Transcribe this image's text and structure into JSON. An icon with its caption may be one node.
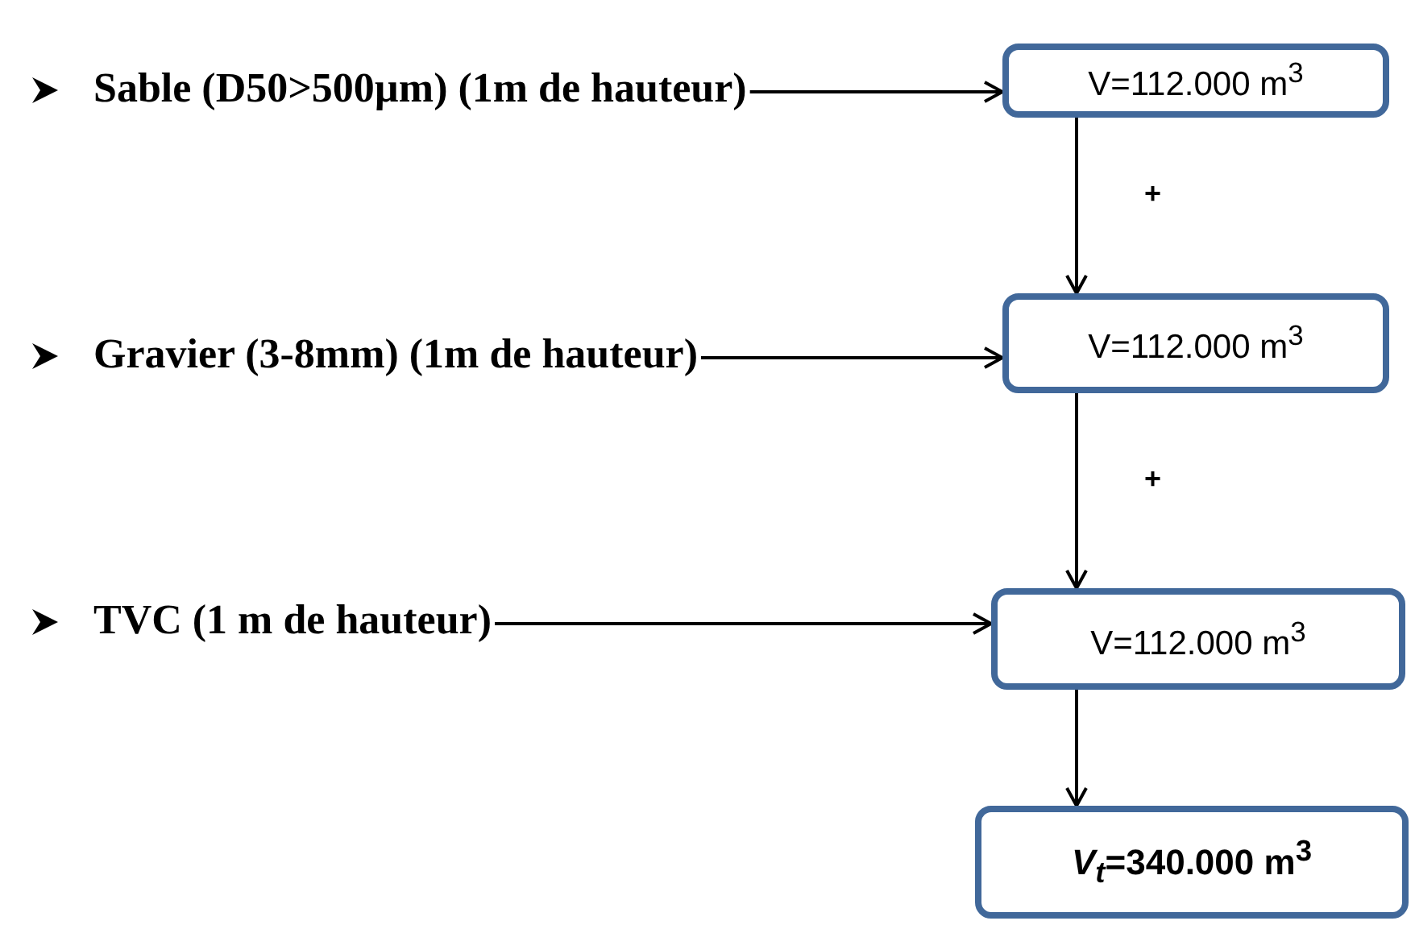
{
  "diagram": {
    "nodes": [
      {
        "text": [
          "Sable (D50>500µm) (1m de hauteur)"
        ]
      },
      {
        "text": [
          "V=112.000 m$^{3}$"
        ]
      },
      {
        "text": [
          "Gravier (3-8mm) (1m de hauteur)"
        ]
      },
      {
        "text": [
          "V=112.000 m$^{3}$"
        ]
      },
      {
        "text": [
          "TVC (1 m de hauteur)"
        ]
      },
      {
        "text": [
          "V=112.000 m$^{3}$"
        ]
      },
      {
        "text": [
          "*V*$_{t}$=340.000 m$^{3}$"
        ]
      }
    ],
    "edges": [
      {
        "from": 0,
        "to": 1,
        "arrow": "to"
      },
      {
        "from": 1,
        "to": 3,
        "arrow": "to",
        "label": "+"
      },
      {
        "from": 2,
        "to": 3,
        "arrow": "to"
      },
      {
        "from": 3,
        "to": 5,
        "arrow": "to",
        "label": "+"
      },
      {
        "from": 4,
        "to": 5,
        "arrow": "to"
      },
      {
        "from": 5,
        "to": 6,
        "arrow": "to"
      }
    ]
  }
}
